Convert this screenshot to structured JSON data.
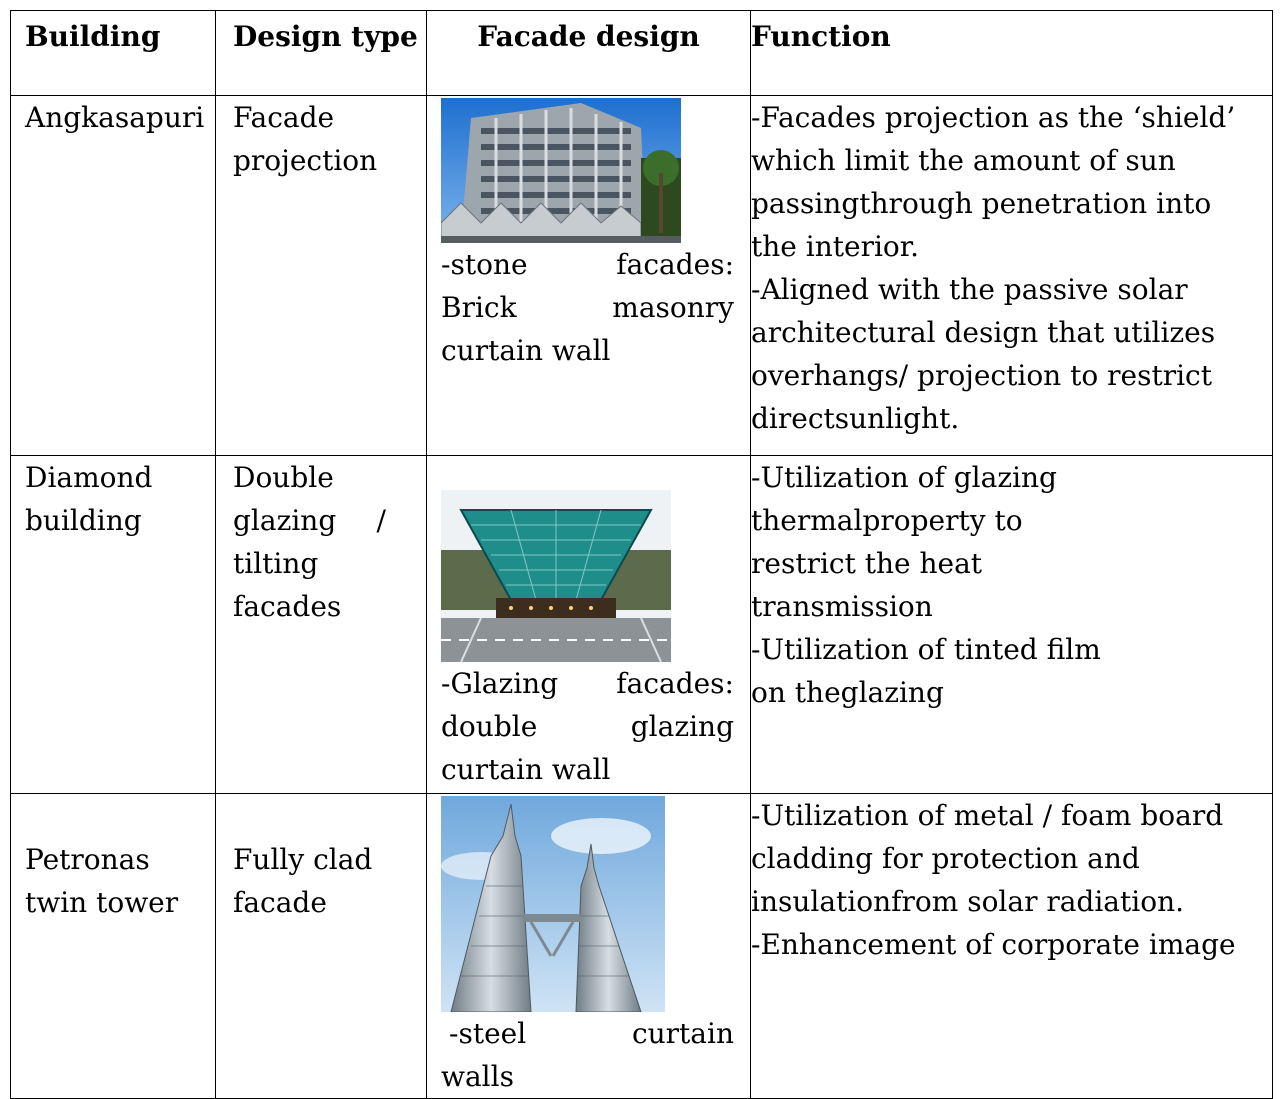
{
  "table": {
    "headers": {
      "building": "Building",
      "design_type": "Design type",
      "facade_design": "Facade design",
      "function": "Function"
    },
    "rows": [
      {
        "building": "Angkasapuri",
        "design_type": "Facade projection",
        "facade_caption_lines": [
          "-stone facades:",
          "Brick masonry",
          "curtain wall"
        ],
        "facade_image_icon": "angkasapuri-building-photo",
        "function_lines": [
          "-Facades projection as the ‘shield’",
          "which limit the amount of sun",
          "passingthrough penetration into",
          "the interior.",
          "-Aligned with the passive solar",
          "architectural design that utilizes",
          "overhangs/ projection to restrict",
          "directsunlight."
        ]
      },
      {
        "building_lines": [
          "Diamond",
          "building"
        ],
        "design_type_lines": [
          "Double",
          "glazing /",
          "tilting",
          "facades"
        ],
        "facade_caption_lines": [
          "-Glazing facades:",
          "double glazing",
          "curtain wall"
        ],
        "facade_image_icon": "diamond-building-photo",
        "function_lines": [
          "-Utilization of glazing",
          "thermalproperty to",
          "restrict the heat",
          "transmission",
          "-Utilization of tinted film",
          "on theglazing"
        ]
      },
      {
        "building_lines": [
          "Petronas",
          "twin tower"
        ],
        "design_type_lines": [
          "Fully clad",
          "facade"
        ],
        "facade_caption_lines": [
          "-steel curtain",
          "walls"
        ],
        "facade_image_icon": "petronas-twin-tower-photo",
        "function_lines": [
          "-Utilization of metal / foam board",
          "cladding for protection and",
          "insulationfrom solar radiation.",
          "-Enhancement of corporate image"
        ]
      }
    ]
  }
}
